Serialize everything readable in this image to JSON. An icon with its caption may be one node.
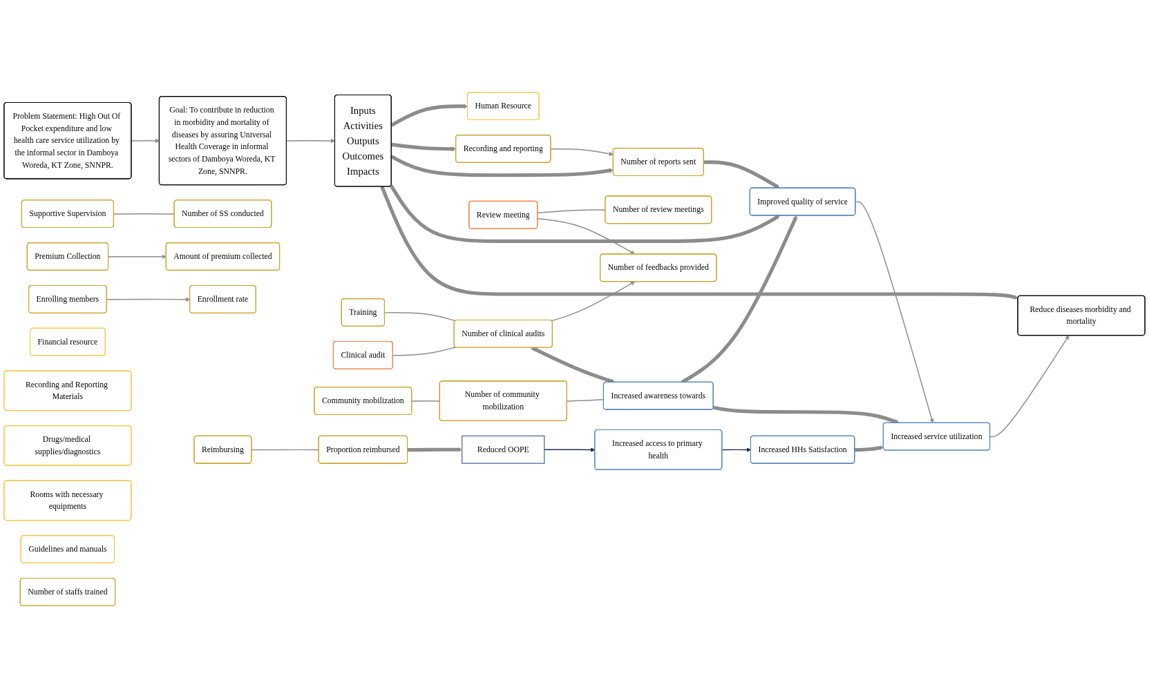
{
  "diagram": {
    "nodes": [
      {
        "text": [
          "Problem Statement: High Out Of Pocket expenditure and low health care service utilization by the informal sector in Damboya Woreda, KT Zone, SNNPR."
        ]
      },
      {
        "text": [
          "Goal: To contribute in reduction in morbidity and mortality of diseases by assuring Universal Health Coverage in informal sectors of Damboya Woreda, KT Zone, SNNPR."
        ]
      },
      {
        "text": [
          "Inputs",
          "Activities",
          "Outputs",
          "Outcomes",
          "Impacts"
        ]
      },
      {
        "text": [
          "Human Resource"
        ]
      },
      {
        "text": [
          "Financial resource"
        ]
      },
      {
        "text": [
          "Recording and Reporting Materials"
        ]
      },
      {
        "text": [
          "Drugs/medical supplies/diagnostics"
        ]
      },
      {
        "text": [
          "Rooms with necessary equipments"
        ]
      },
      {
        "text": [
          "Guidelines and manuals"
        ]
      },
      {
        "text": [
          "Recording and reporting"
        ]
      },
      {
        "text": [
          "Training"
        ]
      },
      {
        "text": [
          "Clinical audit"
        ]
      },
      {
        "text": [
          "Review meeting"
        ]
      },
      {
        "text": [
          "Supportive Supervision"
        ]
      },
      {
        "text": [
          "Community mobilization"
        ]
      },
      {
        "text": [
          "Premium Collection"
        ]
      },
      {
        "text": [
          "Enrolling members"
        ]
      },
      {
        "text": [
          "Reimbursing"
        ]
      },
      {
        "text": [
          "Number of reports sent"
        ]
      },
      {
        "text": [
          "Number of staffs trained"
        ]
      },
      {
        "text": [
          "Number of clinical audits"
        ]
      },
      {
        "text": [
          "Number of review meetings"
        ]
      },
      {
        "text": [
          "Number of feedbacks provided"
        ]
      },
      {
        "text": [
          "Number of SS conducted"
        ]
      },
      {
        "text": [
          "Number of community mobilization"
        ]
      },
      {
        "text": [
          "Amount of premium collected"
        ]
      },
      {
        "text": [
          "Enrollment rate"
        ]
      },
      {
        "text": [
          "Proportion reimbursed"
        ]
      },
      {
        "text": [
          "Improved quality of service"
        ]
      },
      {
        "text": [
          "Increased awareness towards"
        ]
      },
      {
        "text": [
          "Increased service utilization"
        ]
      },
      {
        "text": [
          "Increased HHs Satisfaction"
        ]
      },
      {
        "text": [
          "Increased access to primary health"
        ]
      },
      {
        "text": [
          "Reduced OOPE"
        ]
      },
      {
        "text": [
          "Reduce diseases morbidity and mortality"
        ]
      }
    ],
    "edges": [
      {
        "from": 0,
        "to": 1,
        "arrow": "to"
      },
      {
        "from": 1,
        "to": 2,
        "arrow": "to"
      },
      {
        "from": 2,
        "to": 3,
        "arrow": "to",
        "style": "thick"
      },
      {
        "from": 2,
        "to": 9,
        "arrow": "to",
        "style": "thick"
      },
      {
        "from": 2,
        "to": 18,
        "arrow": "to",
        "style": "thick"
      },
      {
        "from": 2,
        "to": 28,
        "arrow": "to",
        "style": "thick"
      },
      {
        "from": 2,
        "to": 34,
        "arrow": "to",
        "style": "thick"
      },
      {
        "from": 9,
        "to": 18,
        "arrow": "to"
      },
      {
        "from": 10,
        "to": 20,
        "arrow": "none"
      },
      {
        "from": 11,
        "to": 20,
        "arrow": "none"
      },
      {
        "from": 12,
        "to": 21,
        "arrow": "none"
      },
      {
        "from": 12,
        "to": 22,
        "arrow": "to"
      },
      {
        "from": 13,
        "to": 23,
        "arrow": "none"
      },
      {
        "from": 14,
        "to": 24,
        "arrow": "none"
      },
      {
        "from": 15,
        "to": 25,
        "arrow": "to"
      },
      {
        "from": 16,
        "to": 26,
        "arrow": "to"
      },
      {
        "from": 17,
        "to": 27,
        "arrow": "none"
      },
      {
        "from": 20,
        "to": 22,
        "arrow": "to"
      },
      {
        "from": 18,
        "to": 28,
        "arrow": "to",
        "style": "thick"
      },
      {
        "from": 20,
        "to": 29,
        "arrow": "to",
        "style": "thick"
      },
      {
        "from": 24,
        "to": 29,
        "arrow": "none"
      },
      {
        "from": 27,
        "to": 33,
        "arrow": "to",
        "style": "thick"
      },
      {
        "from": 29,
        "to": 28,
        "arrow": "to",
        "style": "thick"
      },
      {
        "from": 29,
        "to": 30,
        "arrow": "to",
        "style": "thick"
      },
      {
        "from": 28,
        "to": 30,
        "arrow": "to"
      },
      {
        "from": 31,
        "to": 30,
        "arrow": "to",
        "style": "thick"
      },
      {
        "from": 32,
        "to": 31,
        "arrow": "to",
        "color": "#1f2d4f"
      },
      {
        "from": 33,
        "to": 32,
        "arrow": "to",
        "color": "#1f2d4f"
      },
      {
        "from": 30,
        "to": 34,
        "arrow": "to"
      }
    ]
  }
}
